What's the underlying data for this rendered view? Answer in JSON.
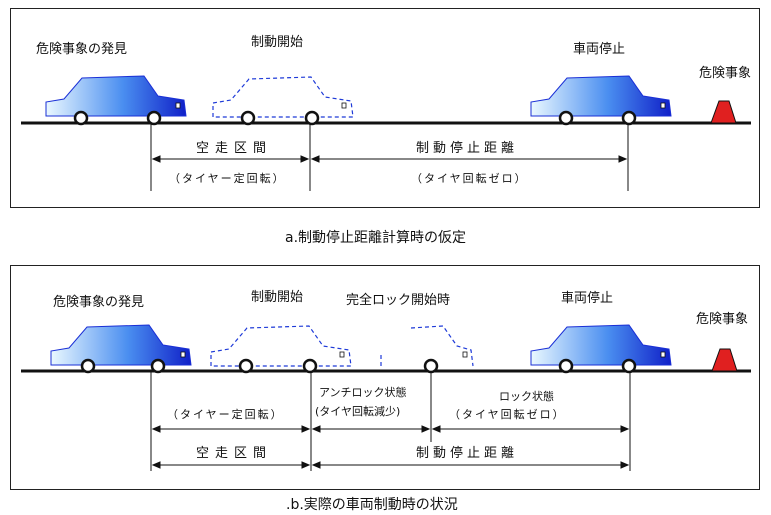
{
  "panel_a": {
    "caption": "a.制動停止距離計算時の仮定",
    "labels": {
      "discover": "危険事象の発見",
      "brake_start": "制動開始",
      "stop": "車両停止",
      "hazard": "危険事象",
      "free_run": "空走区間",
      "free_run_note": "（タイヤー定回転）",
      "brake_distance": "制動停止距離",
      "brake_note": "（タイヤ回転ゼロ）"
    }
  },
  "panel_b": {
    "caption": ".b.実際の車両制動時の状況",
    "labels": {
      "discover": "危険事象の発見",
      "brake_start": "制動開始",
      "full_lock": "完全ロック開始時",
      "stop": "車両停止",
      "hazard": "危険事象",
      "antilock": "アンチロック状態",
      "antilock_note": "(タイヤ回転減少)",
      "lock": "ロック状態",
      "lock_note": "（タイヤ回転ゼロ）",
      "free_run_note": "（タイヤー定回転）",
      "free_run": "空走区間",
      "brake_distance": "制動停止距離"
    }
  },
  "colors": {
    "car_dark": "#1a2fd6",
    "car_light": "#e8f6ff",
    "dashed_car": "#1e3ad8",
    "hazard": "#e02020",
    "line": "#111111"
  }
}
